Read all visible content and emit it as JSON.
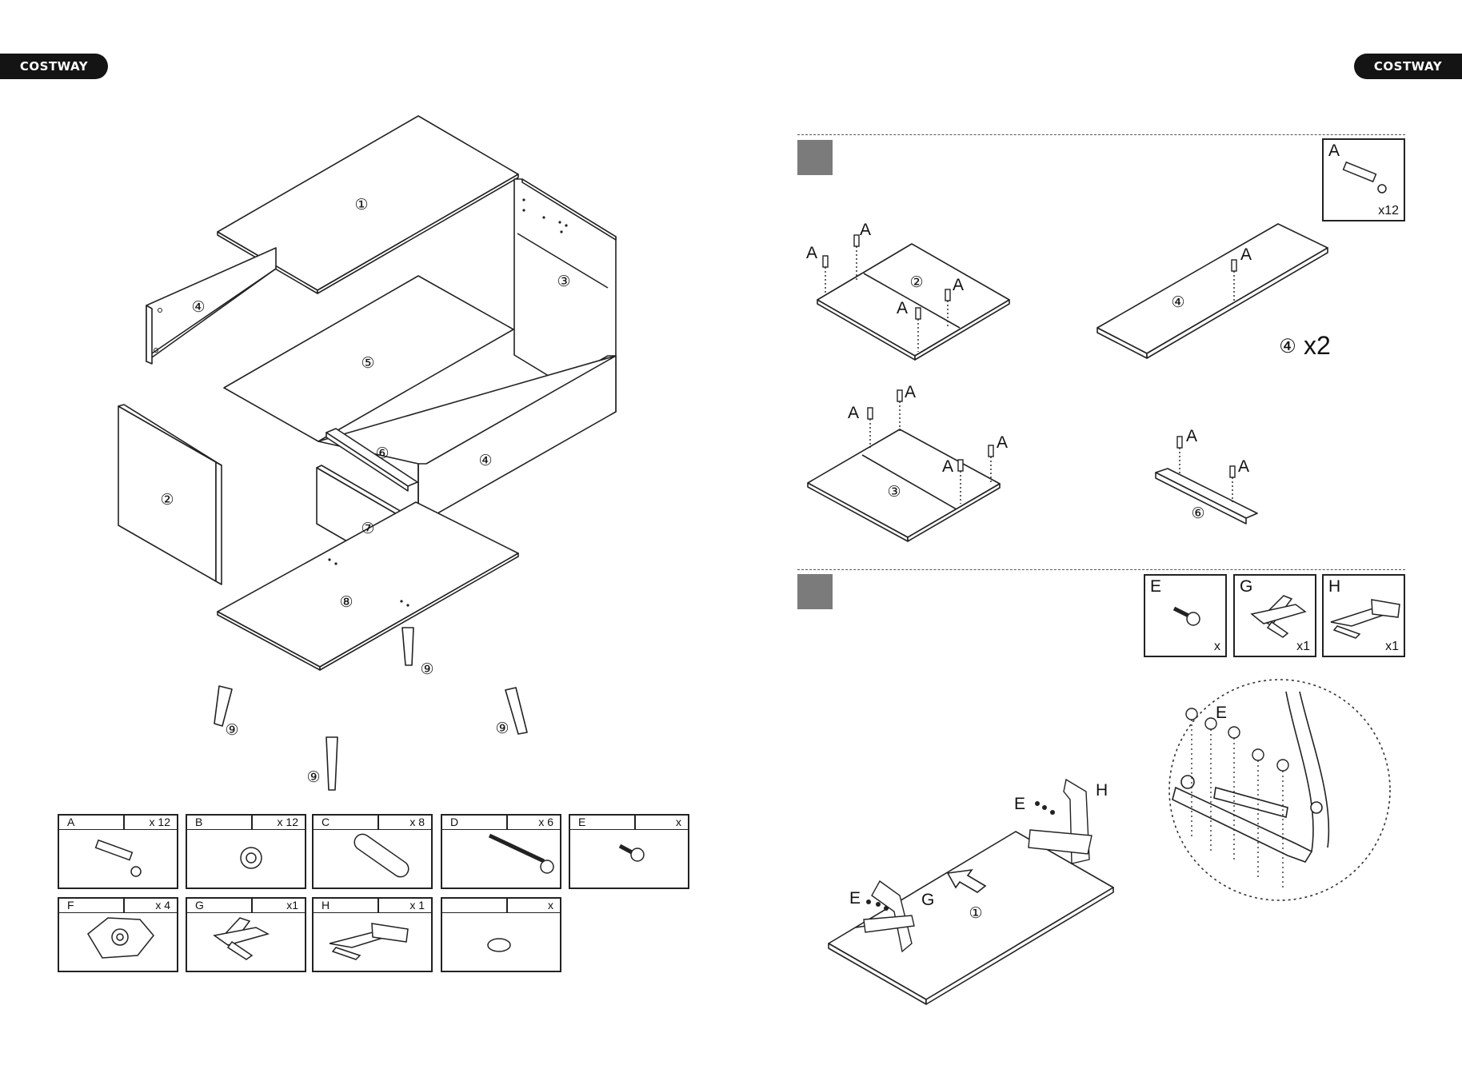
{
  "brand": "COSTWAY",
  "exploded_view": {
    "panel_numbers": [
      "①",
      "②",
      "③",
      "④",
      "⑤",
      "⑥",
      "⑦",
      "⑧",
      "⑨"
    ]
  },
  "parts": [
    {
      "key": "A",
      "qty": "x 12"
    },
    {
      "key": "B",
      "qty": "x 12"
    },
    {
      "key": "C",
      "qty": "x 8"
    },
    {
      "key": "D",
      "qty": "x 6"
    },
    {
      "key": "E",
      "qty": "x"
    },
    {
      "key": "F",
      "qty": "x 4"
    },
    {
      "key": "G",
      "qty": "x1"
    },
    {
      "key": "H",
      "qty": "x 1"
    },
    {
      "key": "",
      "qty": "x"
    }
  ],
  "step1": {
    "part_box": {
      "key": "A",
      "qty": "x12"
    },
    "label_a": "A",
    "panel2": "②",
    "panel3": "③",
    "panel4": "④",
    "panel6": "⑥",
    "multiplier_num": "④",
    "multiplier_text": "x2"
  },
  "step2": {
    "part_boxes": [
      {
        "key": "E",
        "qty": "x"
      },
      {
        "key": "G",
        "qty": "x1"
      },
      {
        "key": "H",
        "qty": "x1"
      }
    ],
    "label_e": "E",
    "label_g": "G",
    "label_h": "H",
    "panel1": "①"
  },
  "icons": [
    "cam-bolt-icon",
    "cam-lock-icon",
    "wood-dowel-icon",
    "wood-screw-icon",
    "short-screw-icon",
    "mounting-plate-icon",
    "hinge-g-icon",
    "hinge-h-icon",
    "pad-icon"
  ]
}
